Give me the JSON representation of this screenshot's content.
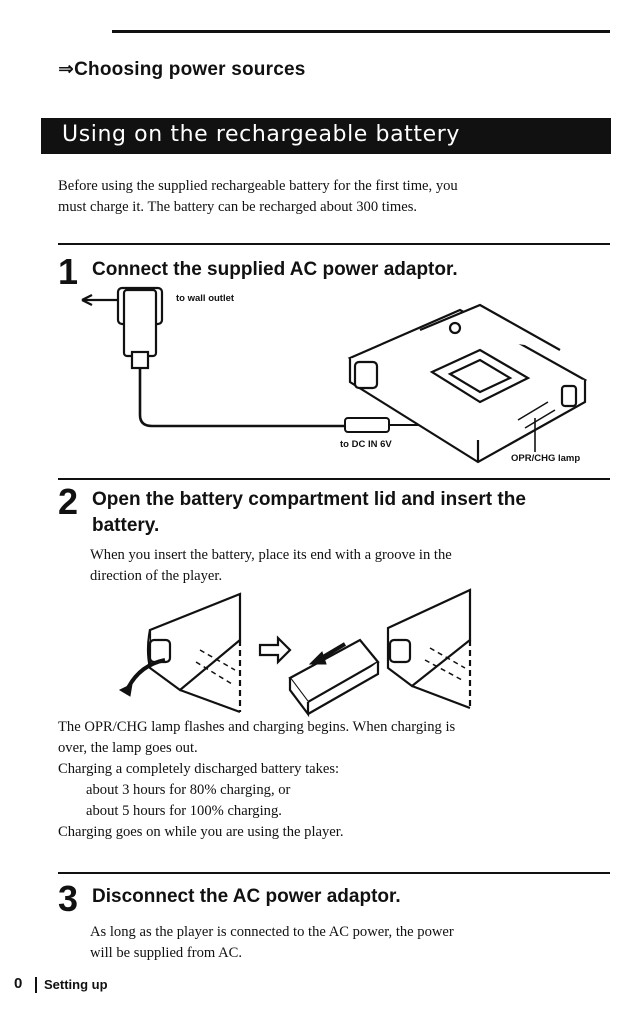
{
  "header": {
    "section_heading": "⇒Choosing power sources"
  },
  "title_bar": {
    "text": "Using on the rechargeable battery"
  },
  "intro": {
    "line1": "Before using the supplied rechargeable battery for the first time, you",
    "line2": "must charge it. The battery can be recharged about 300 times."
  },
  "step1": {
    "number": "1",
    "title": "Connect the supplied AC power adaptor.",
    "label_outlet": "to wall outlet",
    "label_dcin": "to DC IN 6V",
    "label_lamp": "OPR/CHG lamp"
  },
  "step2": {
    "number": "2",
    "title_line1": "Open the battery compartment lid and insert the",
    "title_line2": "battery.",
    "desc_line1": "When you insert the battery, place its end with a groove in the",
    "desc_line2": "direction of the player."
  },
  "charging": {
    "line1": "The OPR/CHG lamp flashes and charging begins. When charging is",
    "line2": "over, the lamp goes out.",
    "line3": "Charging a completely discharged battery takes:",
    "line4": "about 3 hours for 80% charging, or",
    "line5": "about 5 hours for 100% charging.",
    "line6": "Charging goes on while you are using the player."
  },
  "step3": {
    "number": "3",
    "title": "Disconnect the AC power adaptor.",
    "desc_line1": "As long as the player is connected to the AC power, the power",
    "desc_line2": "will be supplied from AC."
  },
  "footer": {
    "page_number": "0",
    "section": "Setting up"
  }
}
